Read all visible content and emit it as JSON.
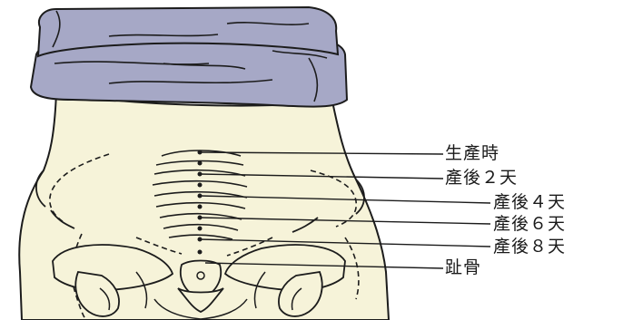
{
  "labels": {
    "at_birth": "生產時",
    "day2": "產後２天",
    "day4": "產後４天",
    "day6": "產後６天",
    "day8": "產後８天",
    "pubic_bone": "趾骨"
  },
  "colors": {
    "skin": "#f6f3d9",
    "garment": "#a6a8c6",
    "line": "#1c1c1c",
    "background": "#ffffff"
  }
}
